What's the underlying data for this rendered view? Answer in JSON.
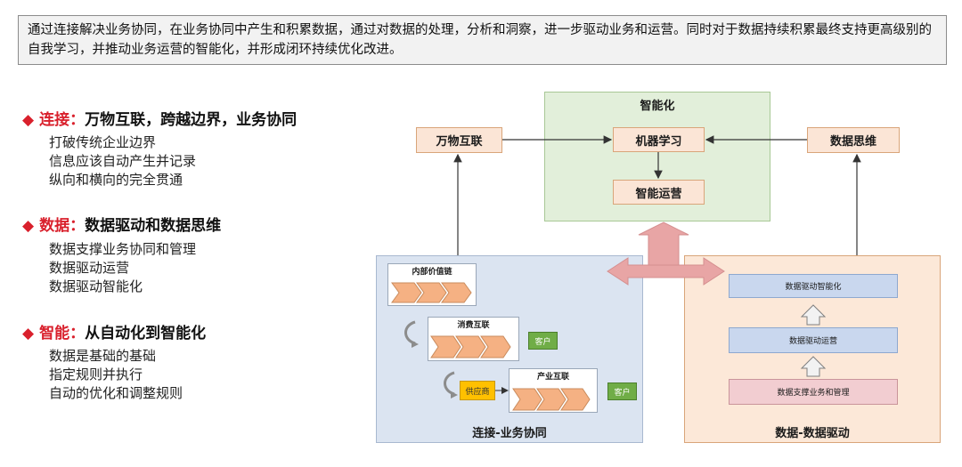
{
  "intro": {
    "text": "通过连接解决业务协同，在业务协同中产生和积累数据，通过对数据的处理，分析和洞察，进一步驱动业务和运营。同时对于数据持续积累最终支持更高级别的自我学习，并推动业务运营的智能化，并形成闭环持续优化改进。"
  },
  "points": [
    {
      "keyword": "连接：",
      "title": "万物互联，跨越边界，业务协同",
      "items": [
        "打破传统企业边界",
        "信息应该自动产生并记录",
        "纵向和横向的完全贯通"
      ]
    },
    {
      "keyword": "数据：",
      "title": "数据驱动和数据思维",
      "items": [
        "数据支撑业务协同和管理",
        "数据驱动运营",
        "数据驱动智能化"
      ]
    },
    {
      "keyword": "智能：",
      "title": "从自动化到智能化",
      "items": [
        "数据是基础的基础",
        "指定规则并执行",
        "自动的优化和调整规则"
      ]
    }
  ],
  "diagram": {
    "wanwu": "万物互联",
    "data_thinking": "数据思维",
    "intelligence": {
      "title": "智能化",
      "machine_learning": "机器学习",
      "smart_ops": "智能运营"
    },
    "connection": {
      "title": "连接-业务协同",
      "internal_chain": "内部价值链",
      "consumer": "消费互联",
      "industry": "产业互联",
      "customer": "客户",
      "supplier": "供应商"
    },
    "data": {
      "title": "数据-数据驱动",
      "levels": [
        "数据驱动智能化",
        "数据驱动运营",
        "数据支撑业务和管理"
      ]
    }
  },
  "colors": {
    "accent_red": "#d9202c",
    "peach": "#fbe5d6",
    "green": "#e2efda",
    "blue": "#dbe4f1",
    "chevron": "#f5b183",
    "customer": "#70ad47",
    "supplier": "#ffc000",
    "big_arrow": "#e8a5a5"
  },
  "icons": [
    "diamond-bullet-icon",
    "cycle-arrow-icon",
    "up-arrow-icon",
    "four-way-arrow-icon"
  ]
}
